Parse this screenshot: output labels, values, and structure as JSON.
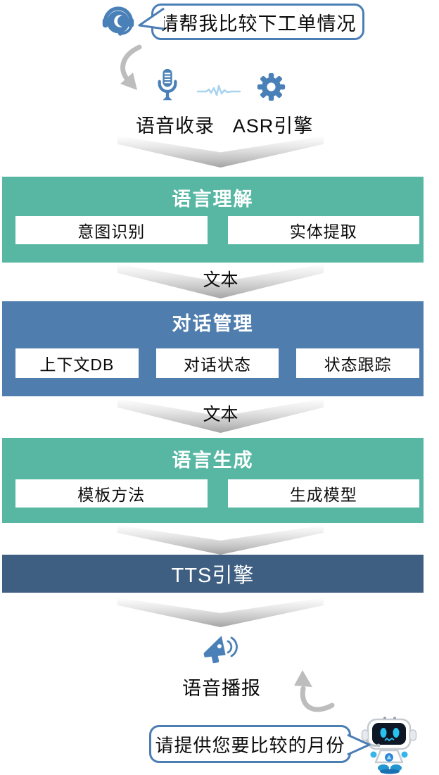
{
  "colors": {
    "teal": "#57B7A3",
    "steel_blue": "#4E7DAE",
    "navy": "#3E5F82",
    "icon_blue": "#4A80B8",
    "bubble_border": "#4A7EB5",
    "waveform_blue": "#A9D3EE",
    "arrow_gray": "#BDBDBD"
  },
  "input": {
    "user_bubble_text": "请帮我比较下工单情况",
    "voice_capture_label": "语音收录",
    "asr_label": "ASR引擎"
  },
  "stages": [
    {
      "title": "语言理解",
      "items": [
        "意图识别",
        "实体提取"
      ]
    },
    {
      "title": "对话管理",
      "items": [
        "上下文DB",
        "对话状态",
        "状态跟踪"
      ]
    },
    {
      "title": "语言生成",
      "items": [
        "模板方法",
        "生成模型"
      ]
    },
    {
      "title": "TTS引擎",
      "items": []
    }
  ],
  "connectors": {
    "text_label_nlu_to_dm": "文本",
    "text_label_dm_to_nlg": "文本"
  },
  "output": {
    "broadcast_label": "语音播报",
    "bot_bubble_text": "请提供您要比较的月份"
  },
  "icons": {
    "user_agent": "headset-agent-icon",
    "voice_capture": "microphone-icon",
    "audio_wave": "waveform-icon",
    "asr_engine": "gear-icon",
    "flow": "chevron-down-arrow",
    "voice_broadcast": "megaphone-icon",
    "assistant": "robot-icon"
  }
}
